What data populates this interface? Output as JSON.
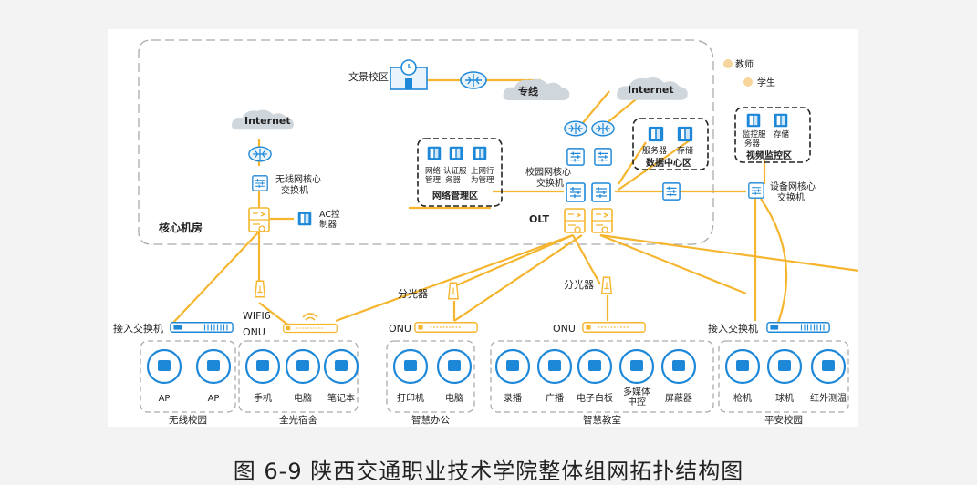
{
  "caption": "图 6-9 陕西交通职业技术学院整体组网拓扑结构图",
  "colors": {
    "link": "#f5b52e",
    "device": "#1e88d8",
    "dash": "#999999",
    "zone_border": "#222222"
  },
  "core": {
    "area_label": "核心机房",
    "wenjing_campus": "文景校区",
    "leased_line": "专线",
    "internet_right": "Internet",
    "internet_left": "Internet",
    "wireless_core": "无线网核心\n交换机",
    "ac_controller": "AC控\n制器",
    "campus_core": "校园网核心\n交换机",
    "olt": "OLT",
    "device_core": "设备网核心\n交换机"
  },
  "legend": {
    "teacher": "教师",
    "student": "学生"
  },
  "zones": {
    "network_mgmt": {
      "title": "网络管理区",
      "items": [
        "网络\n管理",
        "认证服\n务器",
        "上网行\n为管理"
      ]
    },
    "data_center": {
      "title": "数据中心区",
      "items": [
        "服务器",
        "存储"
      ]
    },
    "video_monitor": {
      "title": "视频监控区",
      "items": [
        "监控服\n务器",
        "存储"
      ]
    }
  },
  "access": {
    "splitter": "分光器",
    "access_switch_left": "接入交换机",
    "access_switch_right": "接入交换机",
    "wifi6_onu": "WIFI6\nONU",
    "onu_office": "ONU",
    "onu_class": "ONU"
  },
  "groups": [
    {
      "name": "无线校园",
      "items": [
        "AP",
        "AP"
      ]
    },
    {
      "name": "全光宿舍",
      "items": [
        "手机",
        "电脑",
        "笔记本"
      ]
    },
    {
      "name": "智慧办公",
      "items": [
        "打印机",
        "电脑"
      ]
    },
    {
      "name": "智慧教室",
      "items": [
        "录播",
        "广播",
        "电子白板",
        "多媒体\n中控",
        "屏蔽器"
      ]
    },
    {
      "name": "平安校园",
      "items": [
        "枪机",
        "球机",
        "红外测温"
      ]
    }
  ]
}
